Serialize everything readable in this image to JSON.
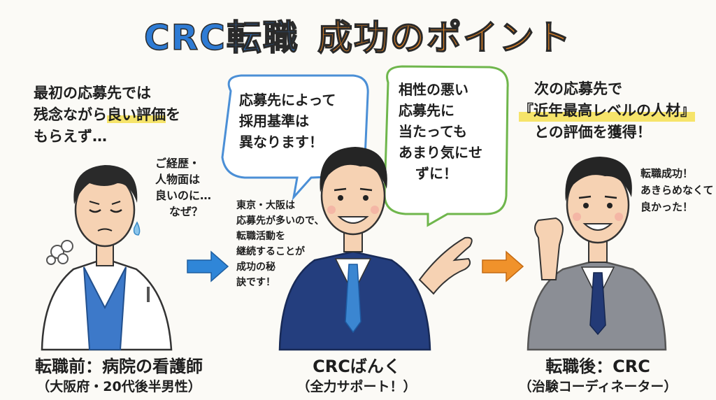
{
  "title": {
    "part1": "CRC転職",
    "part2": "成功のポイント",
    "colors": {
      "c1": "#2e7bd4",
      "r": "#35a84b",
      "c2": "#2e7bd4",
      "tenshoku": "#35a84b",
      "seikou": "#f2c21b",
      "point": "#f08a24"
    }
  },
  "left": {
    "narration": [
      "最初の応募先では",
      "残念ながら",
      "良い評価",
      "を",
      "もらえず…"
    ],
    "thought": [
      "ご経歴・",
      "人物面は",
      "良いのに…",
      "なぜ？"
    ],
    "caption": "転職前：病院の看護師",
    "sub": "（大阪府・20代後半男性）"
  },
  "center": {
    "bubble_blue": [
      "応募先によって",
      "採用基準は",
      "異なります！"
    ],
    "bubble_green": [
      "相性の悪い",
      "応募先に",
      "当たっても",
      "あまり気にせ",
      "ずに！"
    ],
    "side_note": [
      "東京・大阪は",
      "応募先が多いので、",
      "転職活動を",
      "継続することが",
      "成功の秘",
      "訣です！"
    ],
    "caption": "CRCばんく",
    "sub": "（全力サポート！）"
  },
  "right": {
    "narration": [
      "次の応募先で",
      "『近年最高レベルの人材』",
      "との評価を獲得！"
    ],
    "thought": [
      "転職成功！",
      "あきらめなくて",
      "良かった！"
    ],
    "caption": "転職後：CRC",
    "sub": "（治験コーディネーター）"
  },
  "icons": {
    "arrow_left": "arrow-right-blue-icon",
    "arrow_right": "arrow-right-orange-icon"
  },
  "palette": {
    "blue_bubble": "#4b8fd6",
    "green_bubble": "#6fb64c",
    "arrow_blue": "#2f86d8",
    "arrow_orange": "#f0922b",
    "suit_navy": "#243e7e",
    "suit_gray": "#8b8e95",
    "scrub_blue": "#3d79c9"
  }
}
